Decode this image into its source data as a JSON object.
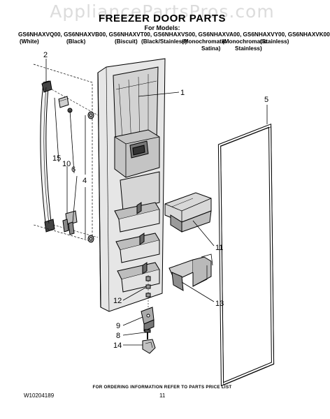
{
  "watermark": "AppliancePartsPros.com",
  "header": {
    "title": "FREEZER DOOR PARTS",
    "for_models": "For Models:",
    "models": "GS6NHAXVQ00, GS6NHAXVB00, GS6NHAXVT00, GS6NHAXVS00, GS6NHAXVA00, GS6NHAXVY00, GS6NHAXVK00",
    "variants": [
      "(White)",
      "(Black)",
      "(Biscuit)",
      "(Black/Stainless)",
      "(Monochromatic",
      "(Monochromatic",
      "(Stainless)"
    ],
    "variant_cont": [
      "Satina)",
      "Stainless)"
    ]
  },
  "callouts": [
    "1",
    "2",
    "4",
    "5",
    "6",
    "8",
    "9",
    "10",
    "11",
    "12",
    "13",
    "14",
    "15"
  ],
  "footer": {
    "note": "FOR ORDERING INFORMATION REFER TO PARTS PRICE LIST",
    "doc_number": "W10204189",
    "page": "11"
  }
}
